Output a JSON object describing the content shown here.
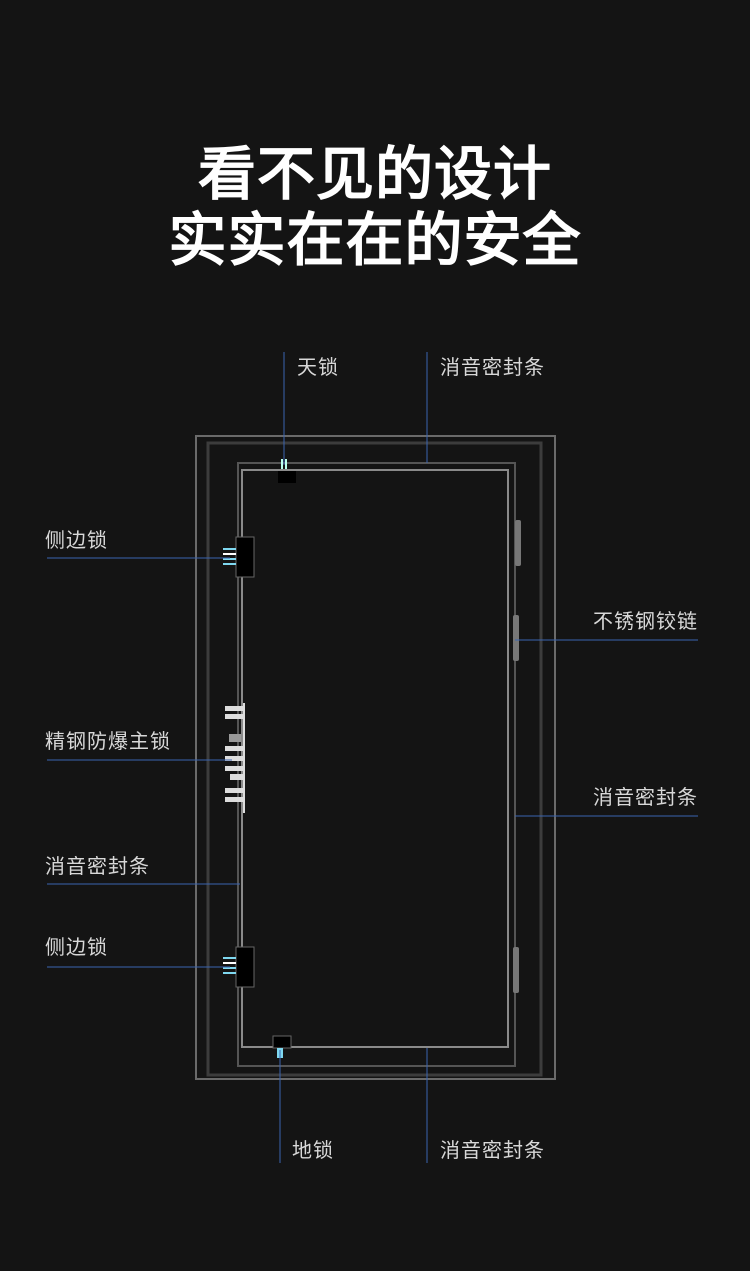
{
  "title": {
    "line1": "看不见的设计",
    "line2": "实实在在的安全"
  },
  "labels": {
    "top_lock": "天锁",
    "top_seal": "消音密封条",
    "side_lock_upper": "侧边锁",
    "hinge": "不锈钢铰链",
    "main_lock": "精钢防爆主锁",
    "right_seal": "消音密封条",
    "left_seal": "消音密封条",
    "side_lock_lower": "侧边锁",
    "floor_lock": "地锁",
    "bottom_seal": "消音密封条"
  },
  "colors": {
    "background": "#141414",
    "leader_line": "#3a64b0",
    "frame": "#6a6a6a",
    "lock_glow": "#7fd8f0"
  }
}
